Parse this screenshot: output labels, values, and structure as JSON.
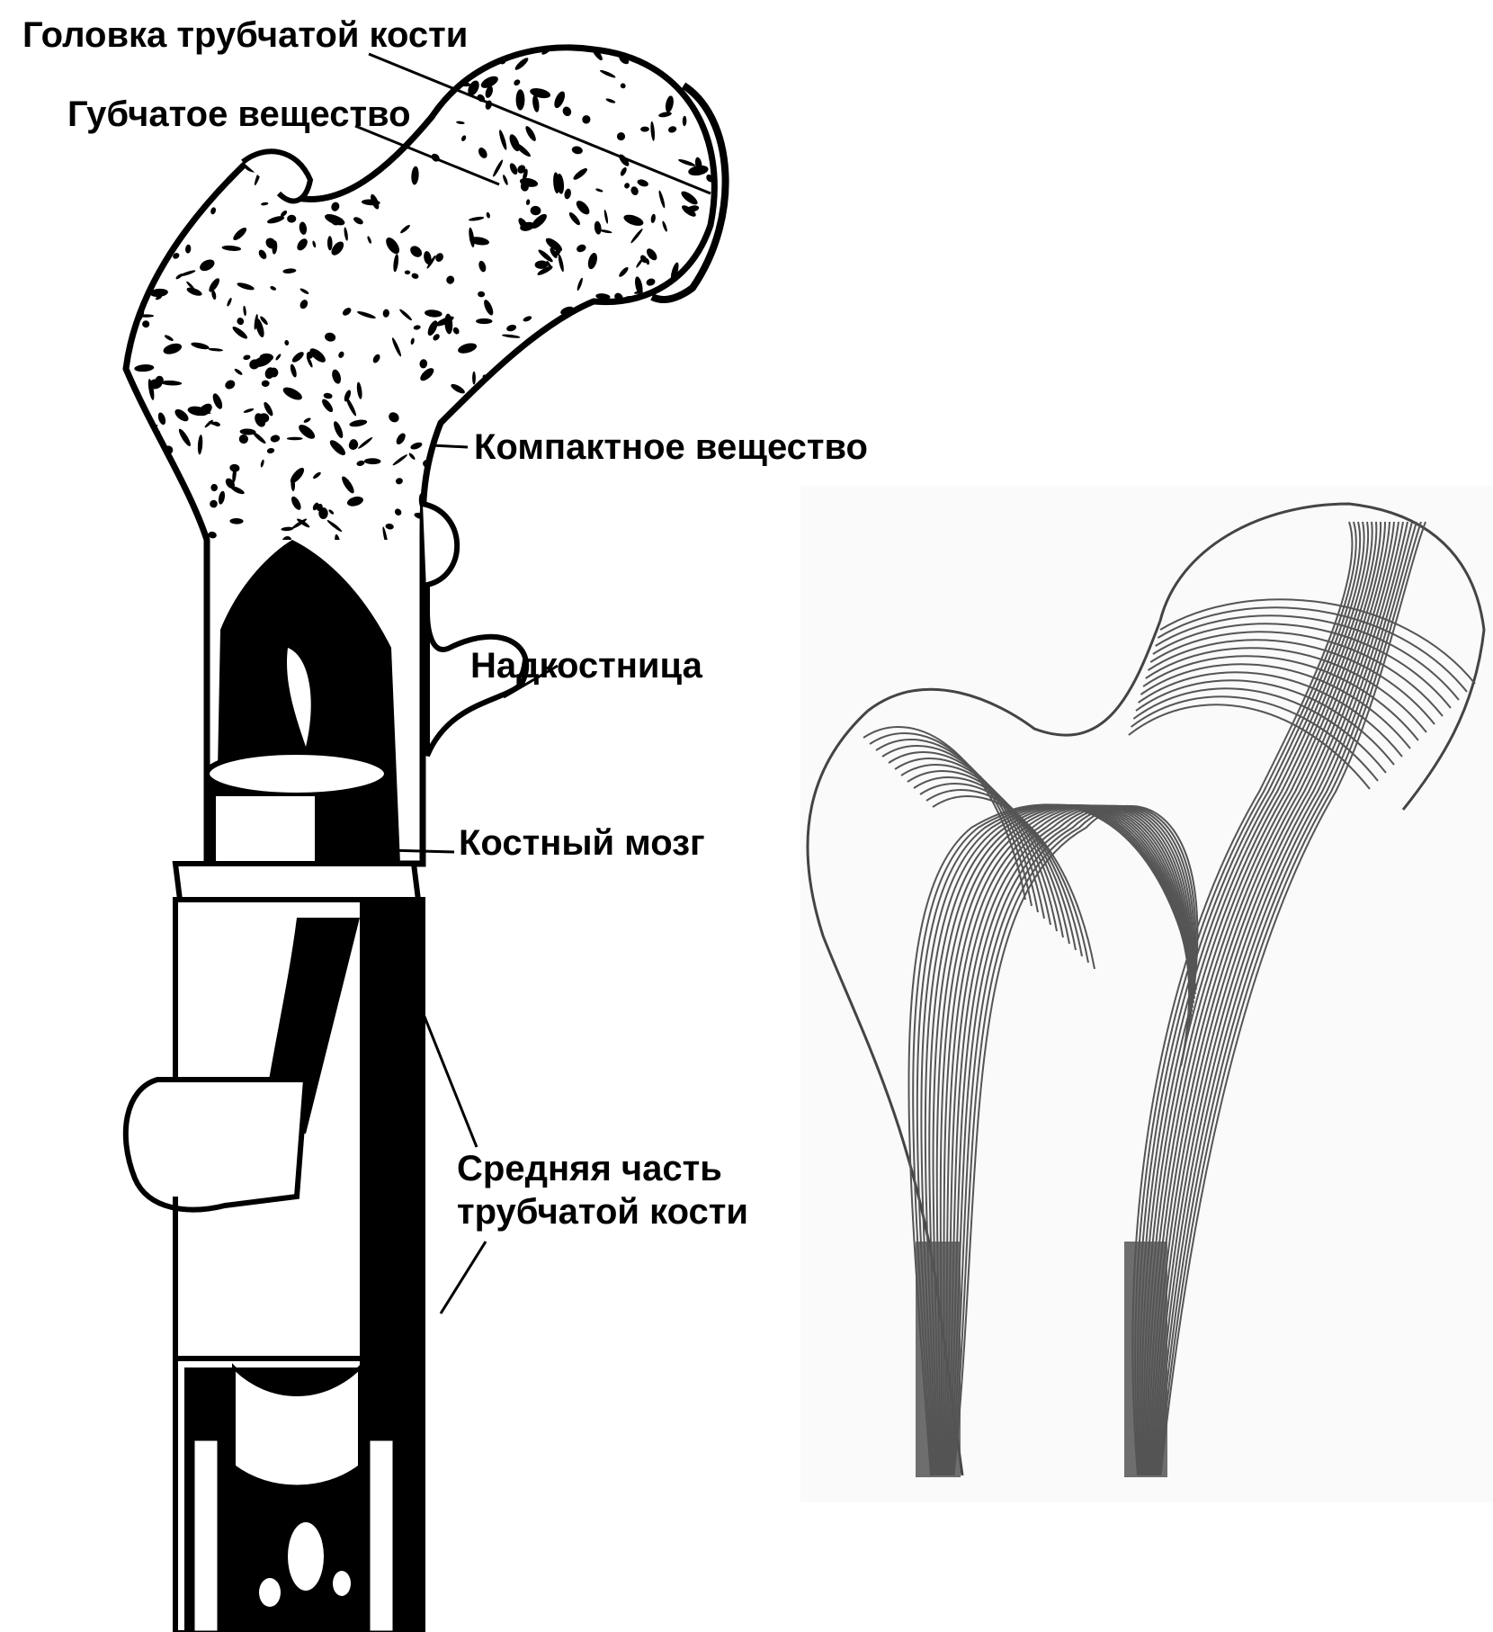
{
  "labels": {
    "head": "Головка трубчатой кости",
    "spongy": "Губчатое вещество",
    "compact": "Компактное вещество",
    "periosteum": "Надкостница",
    "marrow": "Костный мозг",
    "middle_line1": "Средняя часть",
    "middle_line2": "трубчатой кости"
  },
  "colors": {
    "ink": "#000000",
    "paper": "#ffffff",
    "trabecula": "#555555",
    "panel": "#f7f7f7"
  }
}
